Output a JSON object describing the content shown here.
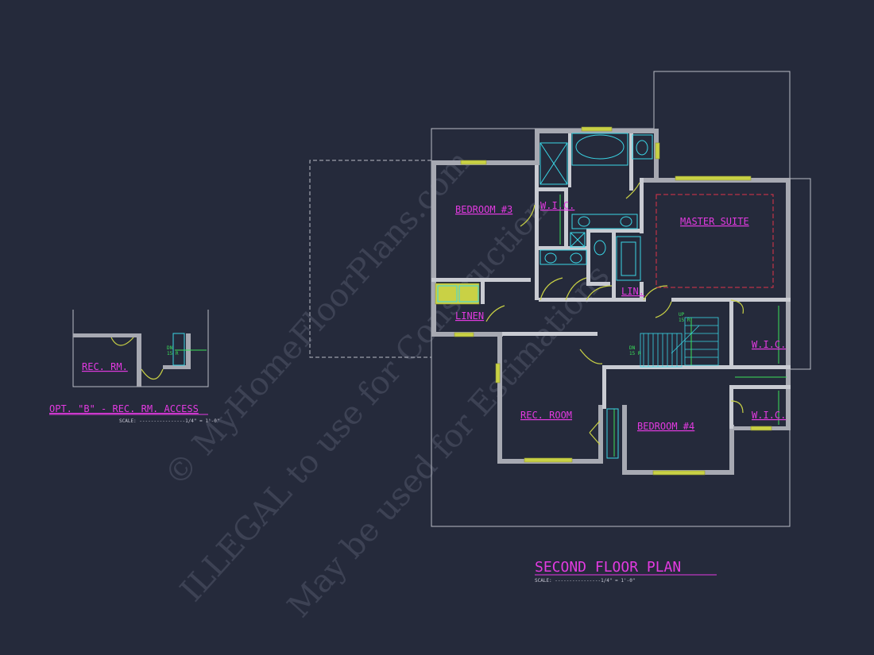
{
  "watermark": {
    "line1": "© MyHomeFloorPlans.com",
    "line2": "ILLEGAL to use for Construction",
    "line3": "May be used for Estimations"
  },
  "main_plan": {
    "title": "SECOND FLOOR PLAN",
    "scale": "SCALE: ----------------1/4\" = 1'-0\"",
    "rooms": {
      "bedroom3": "BEDROOM #3",
      "wic1": "W.I.C.",
      "master_suite": "MASTER SUITE",
      "linen": "LINEN",
      "lin": "LIN.",
      "rec_room": "REC. ROOM",
      "bedroom4": "BEDROOM #4",
      "wic2": "W.I.C.",
      "wic3": "W.I.C."
    },
    "stairs": {
      "up_label": "UP",
      "up_count": "15 R",
      "dn_label": "DN",
      "dn_count": "15 R"
    }
  },
  "option_plan": {
    "title": "OPT. \"B\" - REC. RM. ACCESS",
    "scale": "SCALE: ----------------1/4\" = 1'-0\"",
    "room_label": "REC. RM.",
    "dn_label": "DN",
    "dn_count": "15 R"
  }
}
